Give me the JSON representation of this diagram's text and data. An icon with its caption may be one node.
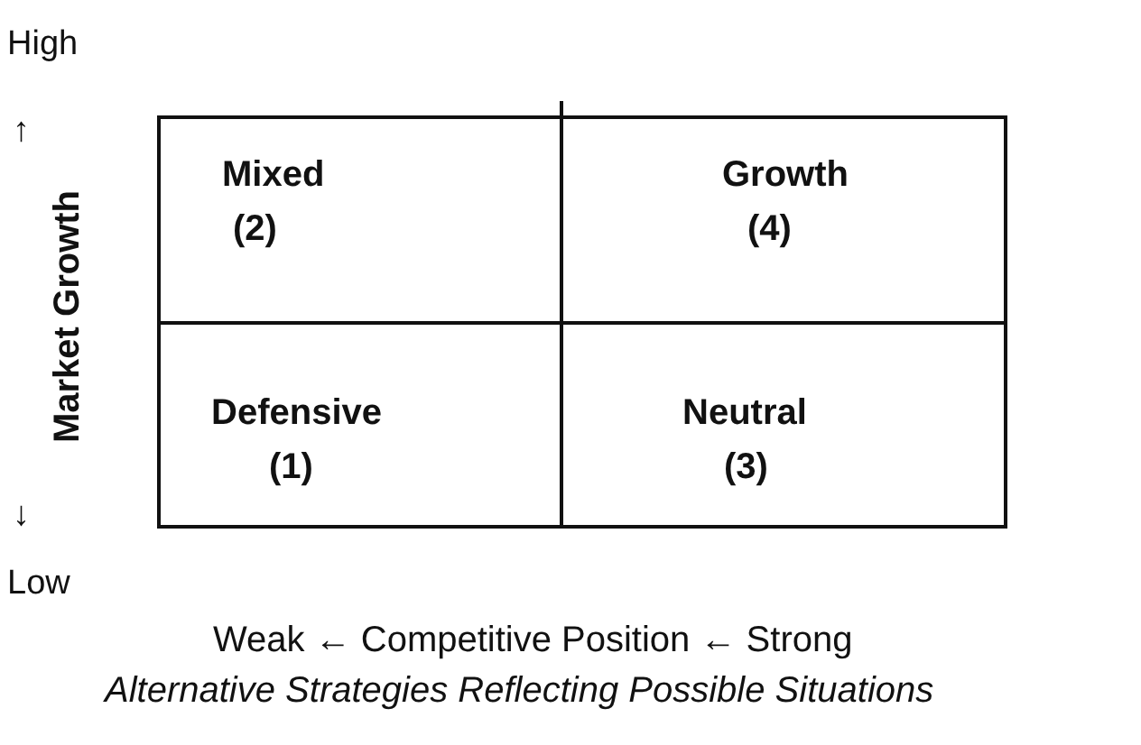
{
  "diagram": {
    "caption": "Alternative Strategies Reflecting Possible Situations",
    "nodes": [
      {
        "text": [
          "Mixed",
          "(2)"
        ]
      },
      {
        "text": [
          "Growth",
          "(4)"
        ]
      },
      {
        "text": [
          "Defensive",
          "(1)"
        ]
      },
      {
        "text": [
          "Neutral",
          "(3)"
        ]
      }
    ],
    "labels": [
      "High",
      "↑",
      "Market Growth",
      "↓",
      "Low",
      "Weak ← Competitive Position ← Strong"
    ]
  }
}
